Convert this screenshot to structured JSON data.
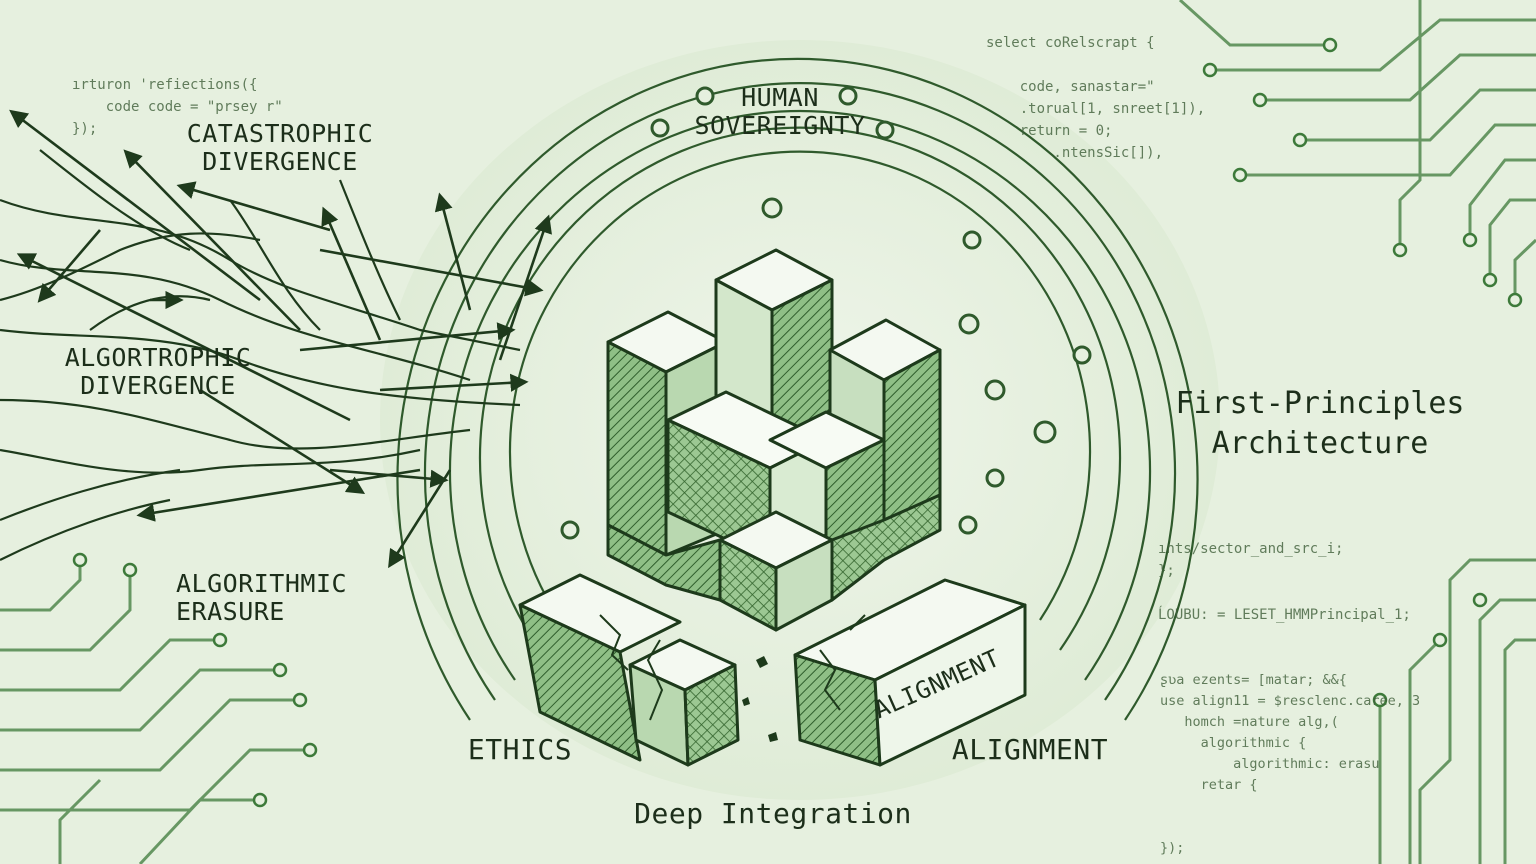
{
  "diagram": {
    "labels": {
      "human_sovereignty": [
        "HUMAN",
        "SOVEREIGNTY"
      ],
      "catastrophic_divergence": [
        "CATASTROPHIC",
        "DIVERGENCE"
      ],
      "algortrophic_divergence": [
        "ALGORTROPHIC",
        "DIVERGENCE"
      ],
      "algorithmic_erasure": [
        "ALGORITHMIC",
        "ERASURE"
      ],
      "ethics": "ETHICS",
      "alignment_block": "ALIGNMENT",
      "alignment": "ALIGNMENT",
      "deep_integration": "Deep Integration",
      "first_principles": [
        "First-Principles",
        "Architecture"
      ]
    },
    "code_snippets": {
      "top_left": [
        "ırturon 'refiections({",
        "    code code = \"prsey r\"",
        "});"
      ],
      "top_right": [
        "select coRelscrapt {",
        "",
        "    code, sanastar=\"",
        "    .torual[1, snreet[1]),",
        "    return = 0;",
        "        .ntensSic[]),"
      ],
      "mid_right": [
        "ınts/sector_and_src_i;",
        "};",
        "",
        "ĹOUBU: = LESET_HMMPrincipal_1;"
      ],
      "bottom_right": [
        "ʂʋa ezents= [matar; &&{",
        "use align11 = $resclenc.caree, 3",
        "   homch =nature alg,(",
        "     algorithmic {",
        "         algorithmic: erasu",
        "     retar {",
        "",
        "",
        "});"
      ]
    },
    "colors": {
      "background": "#e6f0df",
      "ink": "#1c2e1a",
      "accent_green": "#3d7a3a",
      "light_green": "#cfe2c6"
    }
  }
}
